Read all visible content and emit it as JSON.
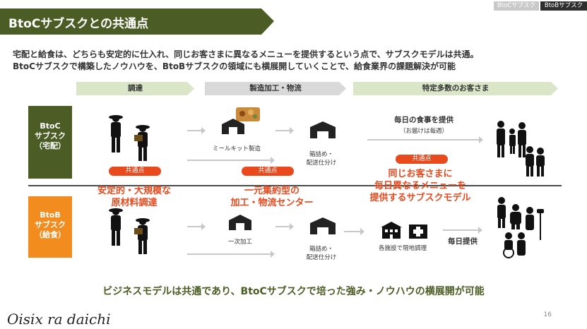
{
  "title": "BtoCサブスクとの共通点",
  "tags": {
    "a": "BtoCサブスク",
    "b": "BtoBサブスク"
  },
  "lead": {
    "line1": "宅配と給食は、どちらも安定的に仕入れ、同じお客さまに異なるメニューを提供するという点で、サブスクモデルは共通。",
    "line2": "BtoCサブスクで構築したノウハウを、BtoBサブスクの領域にも横展開していくことで、給食業界の課題解決が可能"
  },
  "headers": {
    "procure": "調達",
    "process": "製造加工・物流",
    "customers": "特定多数のお客さま"
  },
  "rows": {
    "btoc": {
      "line1": "BtoC",
      "line2": "サブスク",
      "line3": "（宅配）"
    },
    "btob": {
      "line1": "BtoB",
      "line2": "サブスク",
      "line3": "（給食）"
    }
  },
  "common_label": "共通点",
  "common": {
    "procure": {
      "line1": "安定的・大規模な",
      "line2": "原材料調達"
    },
    "center": {
      "line1": "一元集約型の",
      "line2": "加工・物流センター"
    },
    "menu": {
      "line1": "同じお客さまに",
      "line2": "毎日異なるメニューを",
      "line3": "提供するサブスクモデル"
    }
  },
  "btoc_flow": {
    "mealkit": "ミールキット製造",
    "packing1": "箱詰め・",
    "packing2": "配送仕分け",
    "daily_meal": "毎日の食事を提供",
    "delivery_note": "（お届けは毎週）"
  },
  "btob_flow": {
    "primary": "一次加工",
    "packing1": "箱詰め・",
    "packing2": "配送仕分け",
    "onsite": "各施設で現地調理",
    "daily": "毎日提供"
  },
  "bottom_message": "ビジネスモデルは共通であり、BtoCサブスクで培った強み・ノウハウの横展開が可能",
  "logo": "Oisix ra daichi",
  "page_number": "16",
  "colors": {
    "brand_green": "#4b5d24",
    "accent_orange": "#f28c1e",
    "accent_red": "#e8491d"
  }
}
